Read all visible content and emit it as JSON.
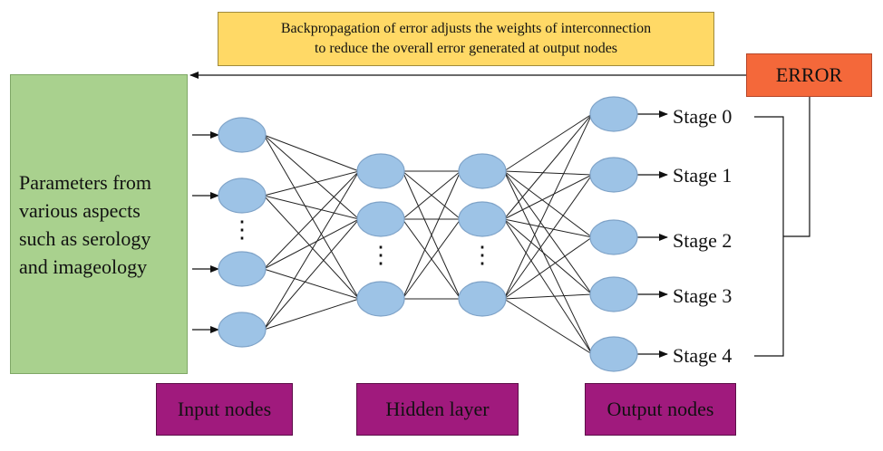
{
  "note": {
    "line1": "Backpropagation of error adjusts the weights of interconnection",
    "line2": "to reduce the overall error generated at output nodes"
  },
  "error_label": "ERROR",
  "input_panel": {
    "lines": [
      "Parameters from",
      "various aspects",
      "such as serology",
      "and imageology"
    ]
  },
  "layer_labels": {
    "input": "Input nodes",
    "hidden": "Hidden layer",
    "output": "Output nodes"
  },
  "stages": [
    "Stage 0",
    "Stage 1",
    "Stage 2",
    "Stage 3",
    "Stage 4"
  ],
  "ellipsis": "⋮",
  "colors": {
    "node_fill": "#9dc3e6",
    "node_stroke": "#7fa3c8",
    "note_fill": "#ffd966",
    "error_fill": "#f4683a",
    "panel_fill": "#a9d18e",
    "label_fill": "#a01a7d"
  }
}
